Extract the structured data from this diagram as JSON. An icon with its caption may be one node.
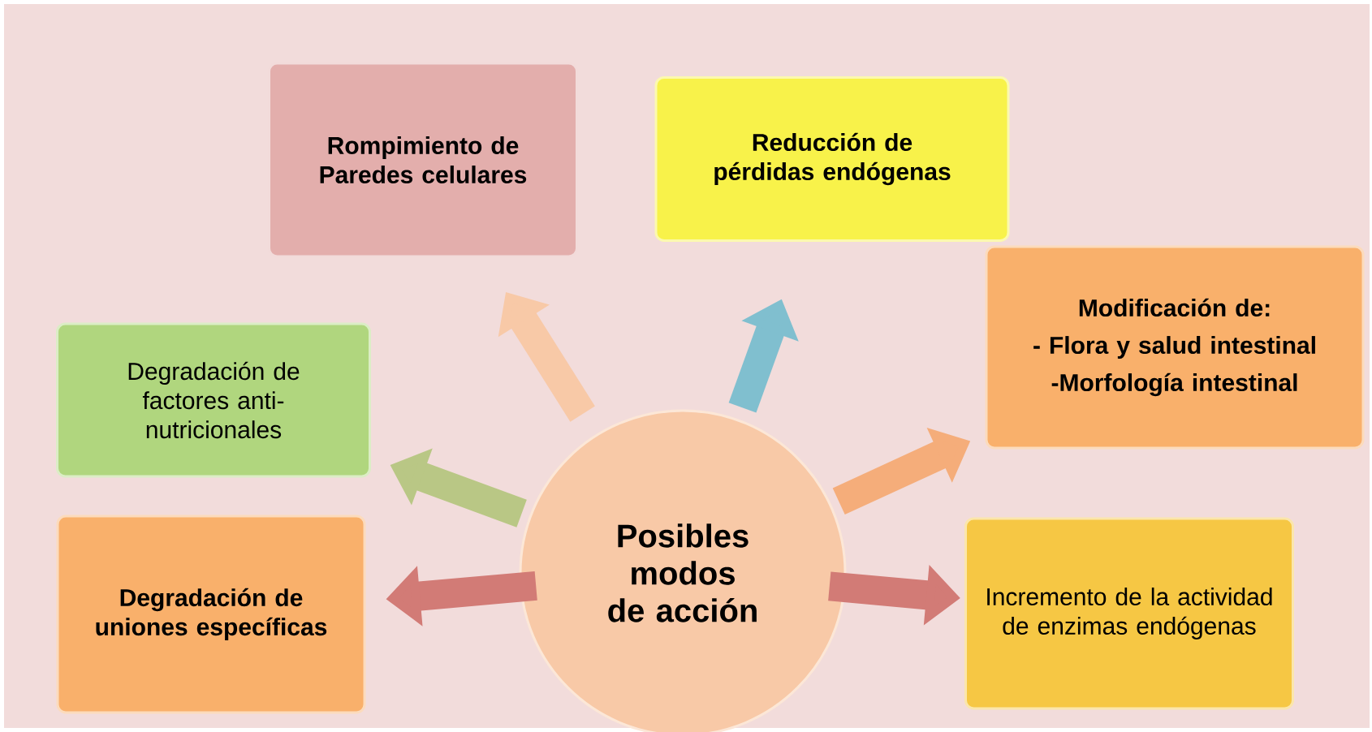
{
  "diagram": {
    "nodes": [
      {
        "text": [
          "Rompimiento de Paredes celulares"
        ]
      },
      {
        "text": [
          "Reducción de pérdidas endógenas"
        ]
      },
      {
        "text": [
          "Degradación de factores anti-nutricionales"
        ]
      },
      {
        "text": [
          "Modificación de:",
          "- Flora y salud intestinal",
          "-Morfología intestinal"
        ]
      },
      {
        "text": [
          "Posibles modos de acción"
        ]
      },
      {
        "text": [
          "Degradación de uniones específicas"
        ]
      },
      {
        "text": [
          "Incremento de la actividad de enzimas endógenas"
        ]
      }
    ],
    "edges": [
      {
        "from": 4,
        "to": 0,
        "arrow": "to",
        "color": "#f8c9a7"
      },
      {
        "from": 4,
        "to": 1,
        "arrow": "to",
        "color": "#80bfcf"
      },
      {
        "from": 4,
        "to": 2,
        "arrow": "to",
        "color": "#b9c785"
      },
      {
        "from": 4,
        "to": 3,
        "arrow": "to",
        "color": "#f5ad7a"
      },
      {
        "from": 4,
        "to": 5,
        "arrow": "to",
        "color": "#d27b76"
      },
      {
        "from": 4,
        "to": 6,
        "arrow": "to",
        "color": "#d27b76"
      }
    ]
  }
}
